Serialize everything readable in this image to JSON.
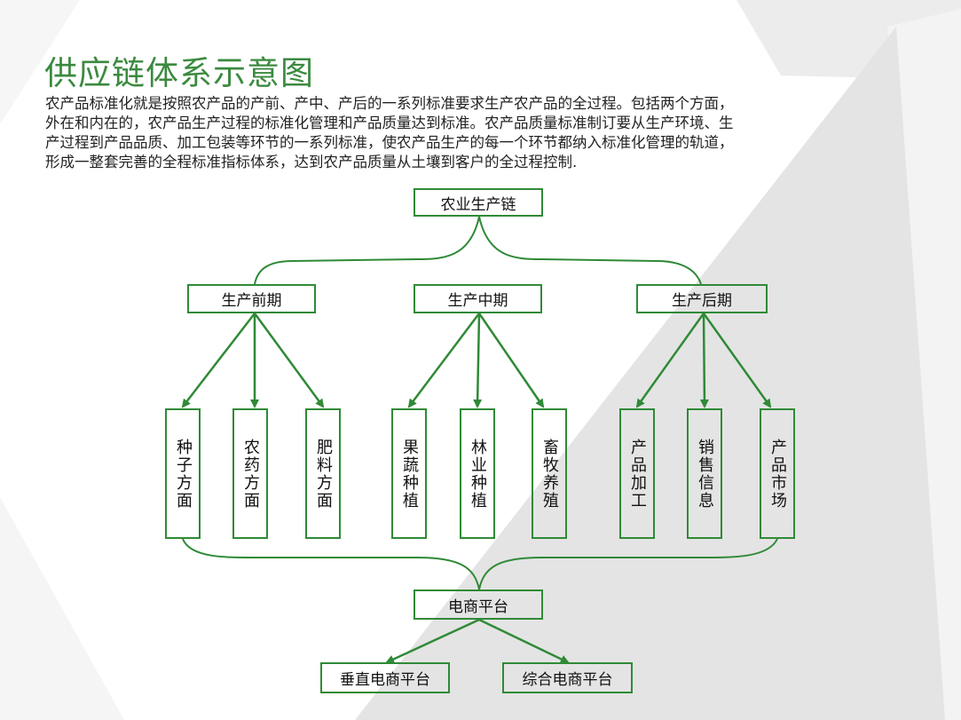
{
  "title": "供应链体系示意图",
  "description": [
    "农产品标准化就是按照农产品的产前、产中、产后的一系列标准要求生产农产品的全过程。包括两个方面，",
    "外在和内在的，农产品生产过程的标准化管理和产品质量达到标准。农产品质量标准制订要从生产环境、生",
    "产过程到产品品质、加工包装等环节的一系列标准，使农产品生产的每一个环节都纳入标准化管理的轨道，",
    "形成一整套完善的全程标准指标体系，达到农产品质量从土壤到客户的全过程控制."
  ],
  "diagram": {
    "root": "农业生产链",
    "stages": [
      {
        "label": "生产前期",
        "children": [
          "种子方面",
          "农药方面",
          "肥料方面"
        ]
      },
      {
        "label": "生产中期",
        "children": [
          "果蔬种植",
          "林业种植",
          "畜牧养殖"
        ]
      },
      {
        "label": "生产后期",
        "children": [
          "产品加工",
          "销售信息",
          "产品市场"
        ]
      }
    ],
    "platform": "电商平台",
    "platform_children": [
      "垂直电商平台",
      "综合电商平台"
    ]
  },
  "colors": {
    "accent": "#2f8a36",
    "title": "#3b8a3f"
  }
}
